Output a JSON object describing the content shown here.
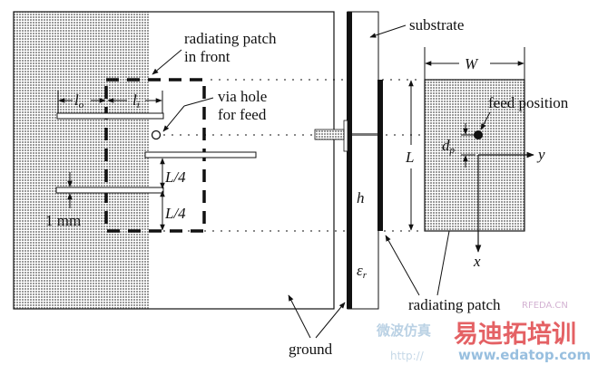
{
  "labels": {
    "radiating_patch_front_1": "radiating patch",
    "radiating_patch_front_2": "in front",
    "via_hole_1": "via hole",
    "via_hole_2": "for feed",
    "lo": "l",
    "lo_sub": "o",
    "li": "l",
    "li_sub": "i",
    "quarter_L_1": "L/4",
    "quarter_L_2": "L/4",
    "one_mm": "1 mm",
    "substrate": "substrate",
    "h": "h",
    "eps": "ε",
    "eps_sub": "r",
    "ground": "ground",
    "radiating_patch": "radiating patch",
    "W": "W",
    "L": "L",
    "feed_position": "feed position",
    "dp": "d",
    "dp_sub": "p",
    "y_axis": "y",
    "x_axis": "x"
  },
  "watermark": {
    "brand": "易迪拓培训",
    "site": "www.edatop.com",
    "site_prefix": "http://",
    "rfeda": "RFEDA.CN",
    "cn": "微波仿真"
  },
  "colors": {
    "ink": "#111111",
    "shade": "#b8b8b8"
  }
}
